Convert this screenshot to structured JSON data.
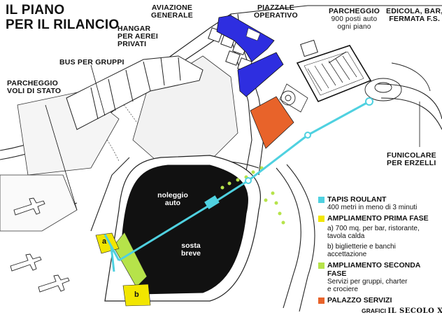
{
  "title": {
    "line1": "IL PIANO",
    "line2": "PER IL RILANCIO"
  },
  "labels": {
    "aviazione": [
      "AVIAZIONE",
      "GENERALE"
    ],
    "piazzale": [
      "PIAZZALE",
      "OPERATIVO"
    ],
    "parcheggio": {
      "title": "PARCHEGGIO",
      "sub1": "900 posti auto",
      "sub2": "ogni piano"
    },
    "edicola": [
      "EDICOLA, BAR,",
      "FERMATA F.S."
    ],
    "hangar": [
      "HANGAR",
      "PER AEREI",
      "PRIVATI"
    ],
    "bus": "BUS PER GRUPPI",
    "voli_stato": [
      "PARCHEGGIO",
      "VOLI DI STATO"
    ],
    "funicolare": [
      "FUNICOLARE",
      "PER ERZELLI"
    ],
    "noleggio": [
      "noleggio",
      "auto"
    ],
    "sosta": [
      "sosta",
      "breve"
    ],
    "tag_a": "a",
    "tag_b": "b"
  },
  "legend": [
    {
      "color": "#4fd1e0",
      "title": "TAPIS ROULANT",
      "desc": [
        "400 metri in meno di 3 minuti"
      ]
    },
    {
      "color": "#f2e600",
      "title": "AMPLIAMENTO PRIMA FASE",
      "desc": []
    },
    {
      "color": null,
      "title": "",
      "desc": [
        "a) 700 mq. per bar, ristorante,",
        "tavola calda"
      ]
    },
    {
      "color": null,
      "title": "",
      "desc": [
        "b) biglietterie e banchi",
        "accettazione"
      ]
    },
    {
      "color": "#b6e34a",
      "title": "AMPLIAMENTO SECONDA FASE",
      "desc": [
        "Servizi per gruppi, charter",
        "e crociere"
      ]
    },
    {
      "color": "#e8632a",
      "title": "PALAZZO SERVIZI",
      "desc": []
    }
  ],
  "credit": {
    "prefix": "GRAFICI",
    "brand": "IL SECOLO XIX"
  },
  "colors": {
    "blue_area": "#2e2ee0",
    "tapis": "#4fd1e0",
    "yellow": "#f2e600",
    "green": "#b6e34a",
    "orange": "#e8632a",
    "terminal": "#111111"
  }
}
